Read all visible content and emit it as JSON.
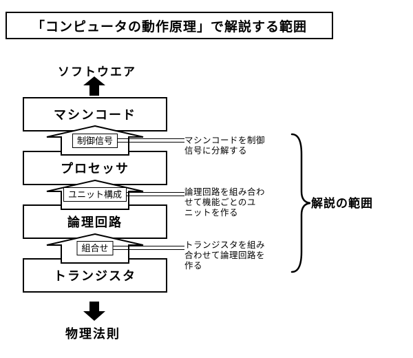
{
  "title": "「コンピュータの動作原理」で解説する範囲",
  "top": {
    "label": "ソフトウエア"
  },
  "bottom": {
    "label": "物理法則"
  },
  "layers": [
    {
      "name": "マシンコード"
    },
    {
      "name": "プロセッサ"
    },
    {
      "name": "論理回路"
    },
    {
      "name": "トランジスタ"
    }
  ],
  "transitions": [
    {
      "label": "制御信号",
      "note": "マシンコードを制御\n信号に分解する"
    },
    {
      "label": "ユニット構成",
      "note": "論理回路を組み合わ\nせて機能ごとのユ\nニットを作る"
    },
    {
      "label": "組合せ",
      "note": "トランジスタを組み\n合わせて論理回路を\n作る"
    }
  ],
  "brace": {
    "label": "解説の範囲"
  }
}
